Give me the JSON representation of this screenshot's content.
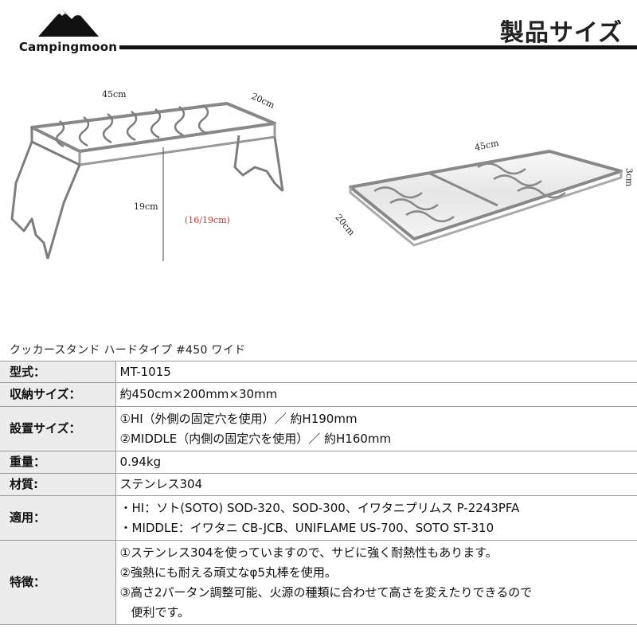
{
  "header": {
    "brand": "Campingmoon",
    "title": "製品サイズ"
  },
  "illustration": {
    "stand_dims": {
      "width": "45cm",
      "depth": "20cm",
      "height": "19cm",
      "height_alt": "(16/19cm)"
    },
    "folded_dims": {
      "width": "45cm",
      "depth": "20cm",
      "thickness": "3cm"
    }
  },
  "product_name": "クッカースタンド ハードタイプ #450 ワイド",
  "specs": [
    {
      "key": "型式：",
      "lines": [
        "MT-1015"
      ]
    },
    {
      "key": "収納サイズ：",
      "lines": [
        "約450cm×200mm×30mm"
      ]
    },
    {
      "key": "設置サイズ：",
      "lines": [
        "①HI（外側の固定穴を使用）／ 約H190mm",
        "②MIDDLE（内側の固定穴を使用）／ 約H160mm"
      ]
    },
    {
      "key": "重量：",
      "lines": [
        "0.94kg"
      ]
    },
    {
      "key": "材質:",
      "lines": [
        "ステンレス304"
      ]
    },
    {
      "key": "適用：",
      "lines": [
        "・HI：ソト(SOTO) SOD-320、SOD-300、イワタニプリムス P-2243PFA",
        "・MIDDLE：イワタニ CB-JCB、UNIFLAME US-700、SOTO ST-310"
      ]
    },
    {
      "key": "特徴：",
      "lines": [
        "①ステンレス304を使っていますので、サビに強く耐熱性もあります。",
        "②強熱にも耐える頑丈なφ5丸棒を使用。",
        "③高さ2パータン調整可能、火源の種類に合わせて高さを変えたりできるので",
        "便利です。"
      ]
    }
  ]
}
